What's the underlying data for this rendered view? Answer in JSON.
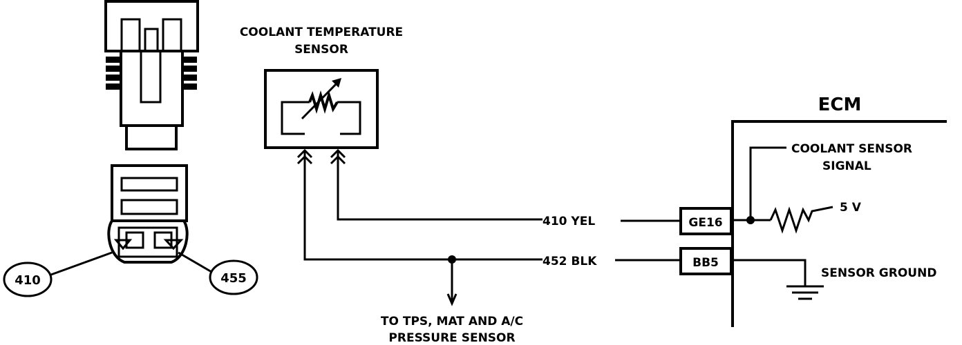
{
  "sensor": {
    "title_line1": "COOLANT TEMPERATURE",
    "title_line2": "SENSOR"
  },
  "ecm": {
    "label": "ECM"
  },
  "signal": {
    "line1": "COOLANT SENSOR",
    "line2": "SIGNAL"
  },
  "voltage": "5 V",
  "ground_label": "SENSOR GROUND",
  "wires": {
    "yel": "410  YEL",
    "blk": "452 BLK"
  },
  "pins": {
    "ge16": "GE16",
    "bb5": "BB5"
  },
  "connector_callouts": {
    "left": "410",
    "right": "455"
  },
  "to_note": {
    "line1": "TO TPS, MAT AND A/C",
    "line2": "PRESSURE SENSOR"
  }
}
